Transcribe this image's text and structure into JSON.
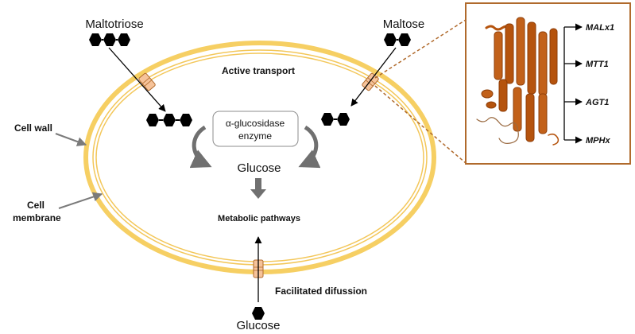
{
  "labels": {
    "maltotriose": "Maltotriose",
    "maltose": "Maltose",
    "active_transport": "Active transport",
    "cell_wall": "Cell wall",
    "cell_membrane_line1": "Cell",
    "cell_membrane_line2": "membrane",
    "enzyme_line1": "α-glucosidase",
    "enzyme_line2": "enzyme",
    "glucose_inner": "Glucose",
    "metabolic_pathways": "Metabolic pathways",
    "facilitated_diffusion": "Facilitated difussion",
    "glucose_outer": "Glucose"
  },
  "genes": [
    "MALx1",
    "MTT1",
    "AGT1",
    "MPHx"
  ],
  "colors": {
    "cell_wall": "#f6cf63",
    "membrane": "#f3c75a",
    "transporter_fill": "#f6c39a",
    "transporter_stroke": "#b06a2c",
    "protein": "#b5530d",
    "box_border": "#b06a2c",
    "gray_arrow": "#707070",
    "sugar": "#000000"
  },
  "icons": [
    "hexagon-sugar-icon",
    "transporter-channel-icon",
    "protein-structure-icon",
    "curved-arrow-icon",
    "down-arrow-icon"
  ]
}
